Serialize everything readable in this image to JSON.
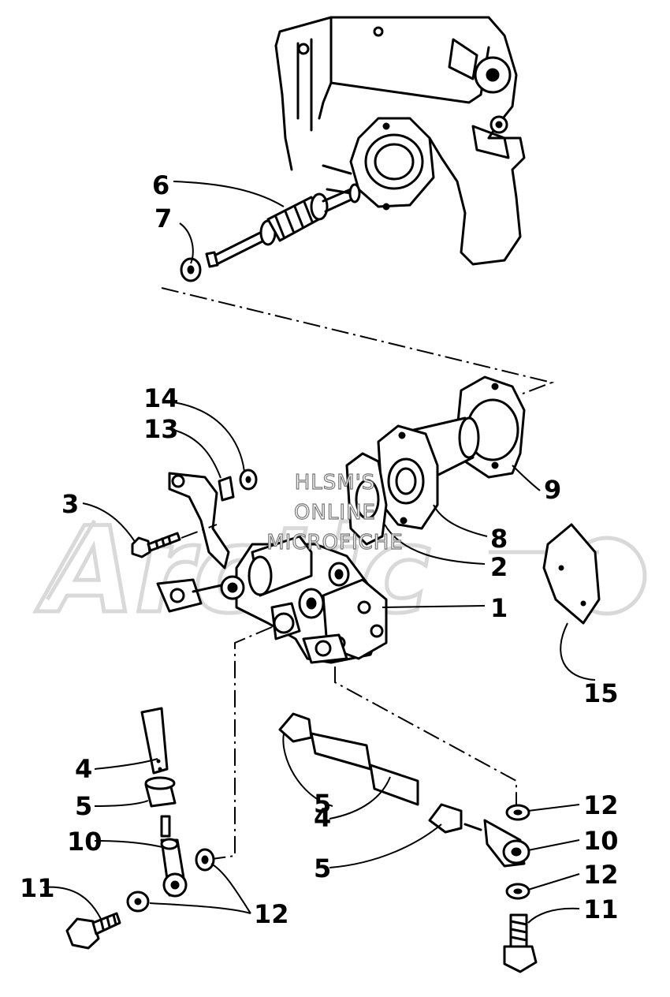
{
  "watermark": {
    "brand": "Arctic Cat",
    "lines": [
      "HLSM'S",
      "ONLINE",
      "MICROFICHE"
    ]
  },
  "callouts": [
    {
      "id": "c1",
      "text": "1"
    },
    {
      "id": "c2",
      "text": "2"
    },
    {
      "id": "c3",
      "text": "3"
    },
    {
      "id": "c4a",
      "text": "4"
    },
    {
      "id": "c4b",
      "text": "4"
    },
    {
      "id": "c5a",
      "text": "5"
    },
    {
      "id": "c5b",
      "text": "5"
    },
    {
      "id": "c5c",
      "text": "5"
    },
    {
      "id": "c6",
      "text": "6"
    },
    {
      "id": "c7",
      "text": "7"
    },
    {
      "id": "c8",
      "text": "8"
    },
    {
      "id": "c9",
      "text": "9"
    },
    {
      "id": "c10a",
      "text": "10"
    },
    {
      "id": "c10b",
      "text": "10"
    },
    {
      "id": "c11a",
      "text": "11"
    },
    {
      "id": "c11b",
      "text": "11"
    },
    {
      "id": "c12a",
      "text": "12"
    },
    {
      "id": "c12b",
      "text": "12"
    },
    {
      "id": "c12c",
      "text": "12"
    },
    {
      "id": "c13",
      "text": "13"
    },
    {
      "id": "c14",
      "text": "14"
    },
    {
      "id": "c15",
      "text": "15"
    }
  ]
}
